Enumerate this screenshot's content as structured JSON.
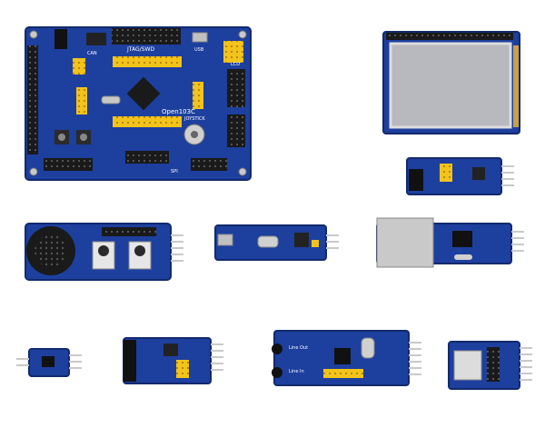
{
  "scene": {
    "background": "#ffffff",
    "board_color": "#1d3f9e",
    "board_edge": "#122a6c",
    "header_yellow": "#f2c31b",
    "header_black": "#1a1a1a",
    "lcd_screen": "#b8b8bf"
  },
  "main_board": {
    "model_label": "Open103C",
    "jtag_label": "JTAG/SWD",
    "can_label": "CAN",
    "usb_label": "USB",
    "joystick_label": "JOYSTICK",
    "lcd_label": "LCD",
    "spi_label": "SPI"
  },
  "modules": {
    "buzzer_label": "",
    "usb_uart_label": "",
    "ethernet_label": "",
    "audio_label_line_out": "Line Out",
    "audio_label_line_in": "Line In",
    "sd_label": ""
  }
}
